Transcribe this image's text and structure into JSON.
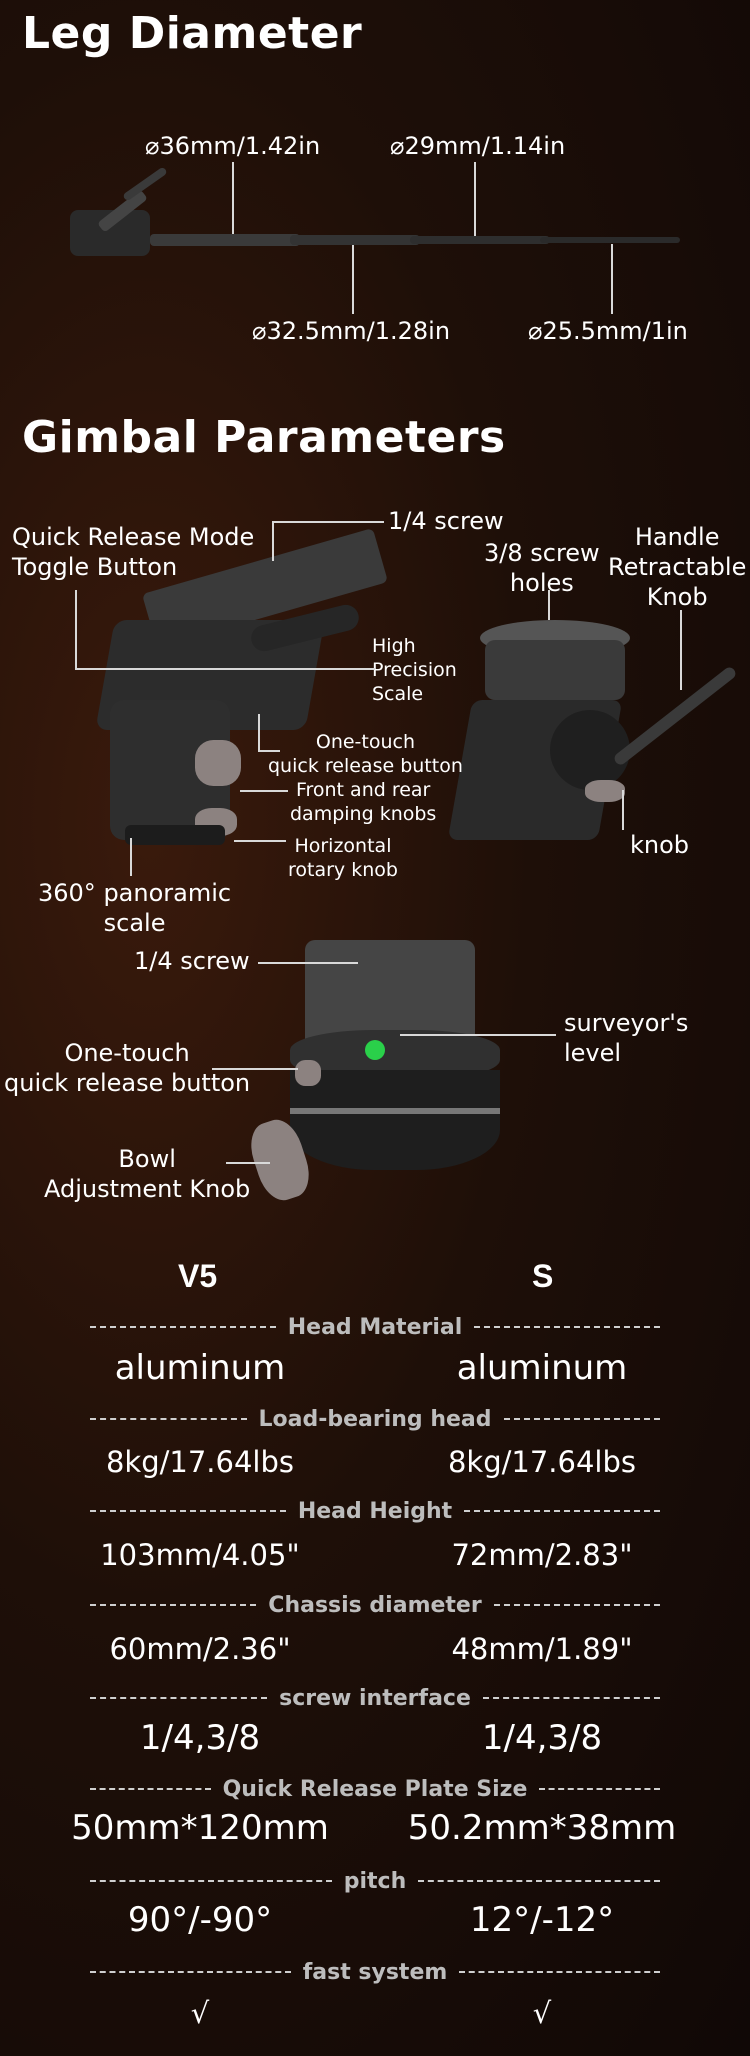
{
  "leg_diameter": {
    "heading": "Leg Diameter",
    "labels": [
      "⌀36mm/1.42in",
      "⌀29mm/1.14in",
      "⌀32.5mm/1.28in",
      "⌀25.5mm/1in"
    ]
  },
  "gimbal": {
    "heading": "Gimbal Parameters",
    "labels": {
      "quick_release_mode": "Quick Release Mode\nToggle Button",
      "screw_top": "1/4 screw",
      "screw_holes": "3/8 screw\nholes",
      "handle_knob": "Handle\nRetractable\nKnob",
      "precision_scale": "High\nPrecision\nScale",
      "one_touch_1": "One-touch\nquick release button",
      "damping": "Front and rear\ndamping knobs",
      "horizontal": "Horizontal\nrotary knob",
      "panoramic": "360° panoramic\nscale",
      "knob": "knob",
      "screw_bottom": "1/4 screw",
      "surveyor": "surveyor's\nlevel",
      "one_touch_2": "One-touch\nquick release button",
      "bowl": "Bowl\nAdjustment Knob"
    }
  },
  "specs": {
    "col_a": "V5",
    "col_b": "S",
    "rows": [
      {
        "title": "Head Material",
        "a": "aluminum",
        "b": "aluminum"
      },
      {
        "title": "Load-bearing head",
        "a": "8kg/17.64lbs",
        "b": "8kg/17.64lbs"
      },
      {
        "title": "Head Height",
        "a": "103mm/4.05\"",
        "b": "72mm/2.83\""
      },
      {
        "title": "Chassis diameter",
        "a": "60mm/2.36\"",
        "b": "48mm/1.89\""
      },
      {
        "title": "screw interface",
        "a": "1/4,3/8",
        "b": "1/4,3/8"
      },
      {
        "title": "Quick Release Plate Size",
        "a": "50mm*120mm",
        "b": "50.2mm*38mm"
      },
      {
        "title": "pitch",
        "a": "90°/-90°",
        "b": "12°/-12°"
      },
      {
        "title": "fast system",
        "a": "√",
        "b": "√"
      }
    ]
  }
}
